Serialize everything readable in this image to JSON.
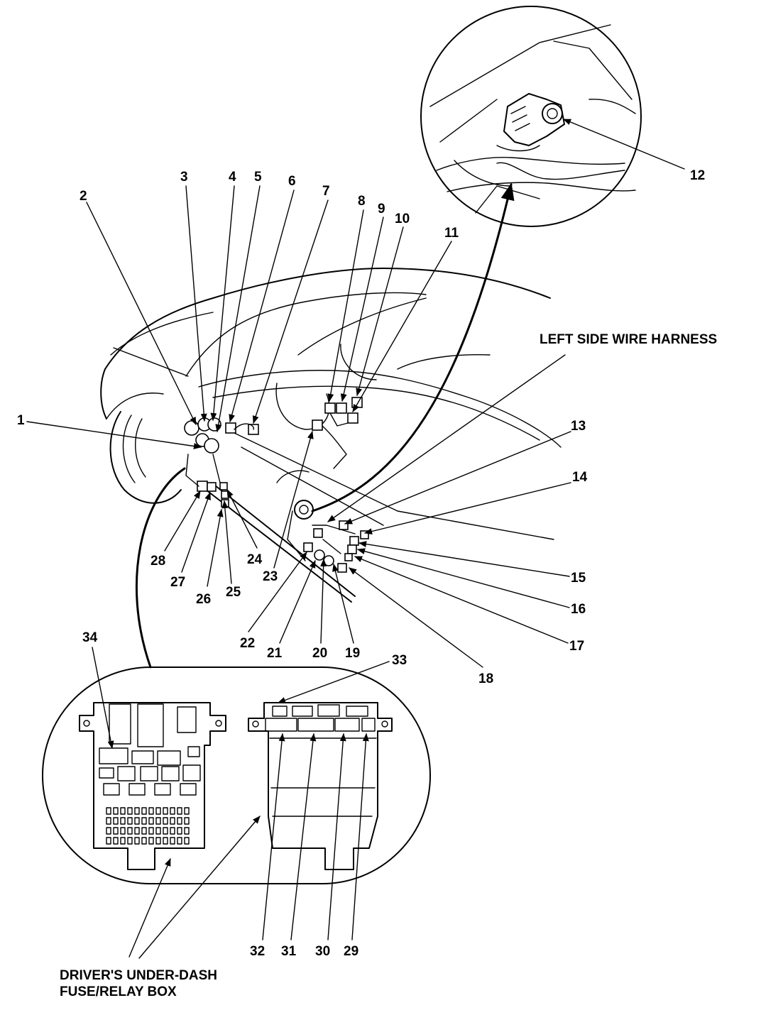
{
  "callouts": {
    "c1": "1",
    "c2": "2",
    "c3": "3",
    "c4": "4",
    "c5": "5",
    "c6": "6",
    "c7": "7",
    "c8": "8",
    "c9": "9",
    "c10": "10",
    "c11": "11",
    "c12": "12",
    "c13": "13",
    "c14": "14",
    "c15": "15",
    "c16": "16",
    "c17": "17",
    "c18": "18",
    "c19": "19",
    "c20": "20",
    "c21": "21",
    "c22": "22",
    "c23": "23",
    "c24": "24",
    "c25": "25",
    "c26": "26",
    "c27": "27",
    "c28": "28",
    "c29": "29",
    "c30": "30",
    "c31": "31",
    "c32": "32",
    "c33": "33",
    "c34": "34"
  },
  "captions": {
    "left_side_harness": "LEFT SIDE WIRE HARNESS",
    "fuse_box_line1": "DRIVER'S UNDER-DASH",
    "fuse_box_line2": "FUSE/RELAY BOX"
  }
}
